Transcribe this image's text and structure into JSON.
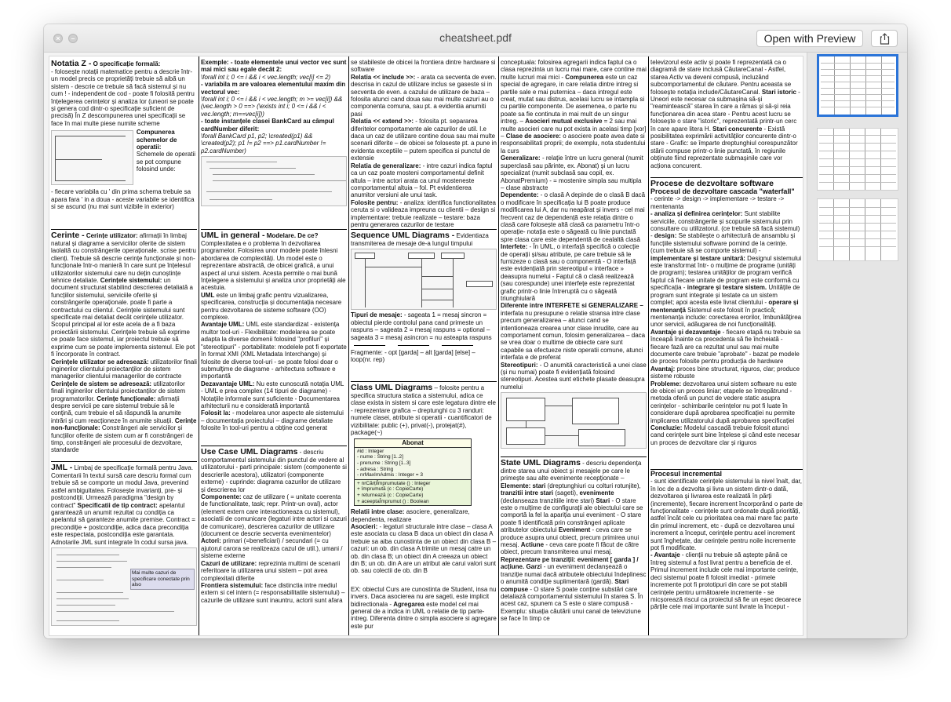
{
  "window": {
    "title": "cheatsheet.pdf",
    "open_with_label": "Open with Preview",
    "close_icon": "close-icon",
    "minimize_icon": "minimize-icon",
    "share_icon": "share-icon"
  },
  "thumbnails": [
    {
      "page": 1,
      "selected": true
    },
    {
      "page": 2,
      "selected": false
    },
    {
      "page": 3,
      "selected": false
    }
  ],
  "doc": {
    "c1": {
      "s1_title": "Notatia Z -",
      "s1_sub": "O specificație formală:",
      "s1_body": "- folosește notații matematice pentru a descrie într-un model precis ce proprietăți trebuie să aibă un sistem - descrie ce trebuie să facă sistemul și nu cum ! - independent de cod - poate fi folosită pentru înțelegerea cerințelor și analiza lor (uneori se poate și genera cod dintr-o specificație suficient de precisă) În Z descompunerea unei specificații se face în mai multe piese numite scheme",
      "s1_fig_label": "Compunerea schemelor de operatii:",
      "s1_fig_text": "Schemele de operatii se pot compune folosind unde:",
      "s1_tail": "- fiecare variabila cu ' din prima schema trebuie sa apara fara ' in a doua - aceste variabile se identifica si se ascund (nu mai sunt vizibile in exterior)",
      "s2_title": "Cerinte -",
      "s2_sub": "Cerințe utilizator:",
      "s2_body": "afirmații în limbaj natural și diagrame a serviciilor oferite de sistem laolaltă cu constrângerile operaționale. scrise pentru clienți. Trebuie să descrie cerințe funcționale și non-funcționale într-o manieră în care sunt pe înțelesul utilizatorilor sistemului care nu dețin cunoștințe tehnice detaliate.",
      "s2_b1": "Cerințele sistemului:",
      "s2_t1": "un document structurat stabilind descrierea detaliată a funcțiilor sistemului, serviciile oferite și constrângerile operaționale. poate fi parte a contractului cu clientul. Cerințele sistemului sunt specificate mai detaliat decât cerințele utilizator. Scopul principal al lor este acela de a fi baza proiectării sistemului. Cerințele trebuie să exprime ce poate face sistemul, iar proiectul trebuie să exprime cum se poate implementa sistemul. Ele pot fi încorporate în contract.",
      "s2_b2": "Cerințele utilizator se adresează:",
      "s2_t2": "utilizatorilor finali inginerilor clientului proiectanților de sistem managerilor clientului managerilor de contracte",
      "s2_b3": "Cerințele de sistem se adresează:",
      "s2_t3": "utilizatorilor finali inginerilor clientului proiectanților de sistem programatorilor.",
      "s2_b4": "Cerințe funcționale:",
      "s2_t4": "afirmații despre servicii pe care sistemul trebuie să le conțină, cum trebuie el să răspundă la anumite intrări și cum reacționeze în anumite situații.",
      "s2_b5": "Cerințe non-funcționale:",
      "s2_t5": "Constrângeri ale serviciilor și funcțiilor oferite de sistem cum ar fi constrângeri de timp, constrângeri ale procesului de dezvoltare, standarde",
      "s3_title": "JML -",
      "s3_body": "Limbaj de specificație formală pentru Java. Comentarii în textul sursă care descriu formal cum trebuie să se comporte un modul Java, prevenind astfel ambiguitatea. Folosește invarianți, pre- și postcondiții. Urmează paradigma \"design by contract\"",
      "s3_b1": "Specificatii de tip contract:",
      "s3_t1": "apelantul garantează un anumit rezultat cu condiția ca apelantul să garanteze anumite premise. Contract = precondiție + postcondiție, adica daca precondiția este respectata, postcondiția este garantata. Adnotarile JML sunt integrate în codul sursa java.",
      "s3_note": "Mai multe cazuri de specificare conectate prin also"
    },
    "c2": {
      "s1_title": "Exemple:",
      "s1_b1": "- toate elementele unui vector vec sunt mai mici sau egale decât 2:",
      "s1_f1": "\\forall int i; 0 <= i && i < vec.length; vec[i] <= 2)",
      "s1_b2": "- variabila m are valoarea elementului maxim din vectorul vec:",
      "s1_f2": "\\forall int i; 0 <= i && i < vec.length; m >= vec[i]) && (vec.length > 0 ==> (\\exists int i; 0 <= i && i < vec.length; m==vec[i]))",
      "s1_b3": "- toate instanțele clasei BankCard au câmpul cardNumber diferit:",
      "s1_f3": "\\forall BankCard p1, p2; \\created(p1) && \\created(p2); p1 != p2 ==> p1.cardNumber != p2.cardNumber)",
      "s2_title": "UML in general -",
      "s2_sub": "Modelare. De ce?",
      "s2_body": "Complexitatea e o problema în dezvoltarea programelor. Folosirea unor modele poate înlesni abordarea de complexități. Un model este o reprezentare abstractă, de obicei grafică, a unui aspect al unui sistem. Acesta permite o mai bună înțelegere a sistemului și analiza unor proprietăți ale acestuia.",
      "s2_b1": "UML",
      "s2_t1": "este un limbaj grafic pentru vizualizarea, specificarea, construcția și documentația necesare pentru dezvoltarea de sisteme software (OO) complexe.",
      "s2_b2": "Avantaje UML:",
      "s2_t2": "UML este standardizat - existența multor tool-uri - Flexibilitate: modelarea se poate adapta la diverse domenii folosind \"profiluri\" și \"stereotipuri\" - portabilitate: modelele pot fi exportate în format XMI (XML Metadata Interchange) și folosite de diverse tool-uri - se poate folosi doar o submulțime de diagrame - arhitectura software e importantă",
      "s2_b3": "Dezavantaje UML:",
      "s2_t3": "Nu este cunoscută notația UML - UML e prea complex (14 tipuri de diagrame) - Notațiile informale sunt suficiente - Documentarea arhitecturii nu e considerată importantă",
      "s2_b4": "Folosit la:",
      "s2_t4": "- modelarea unor aspecte ale sistemului – documentația proiectului – diagrame detaliate folosite în tool-uri pentru a obține cod generat",
      "s3_title": "Use Case UML Diagrams",
      "s3_body": "- descriu comportamentul sistemului din punctul de vedere al utilizatorului - parti principale: sistem (componente si descrierile acestora), utilizatori (componente externe) - cuprinde: diagrama cazurilor de utilizare și descrierea lor",
      "s3_b1": "Componente:",
      "s3_t1": "caz de utilizare ( = unitate coerenta de functionalitate, task; repr. Printr-un oval), actor (element extern care interactioneaza cu sistemul), asociatii de comunicare (legaturi intre actori si cazuri de comunicare), descrierea cazurilor de utilizare (document ce descrie secventa evenimentelor)",
      "s3_b2": "Actori:",
      "s3_t2": "primari (=beneficiari) / secundari (= cu ajutorul carora se realizeaza cazul de util.), umani / sisteme externe",
      "s3_b3": "Cazuri de utilizare:",
      "s3_t3": "reprezinta multimi de scenarii referitoare la utilizarea unui sistem – pot avea complexitati diferite",
      "s3_b4": "Frontiera sistemului:",
      "s3_t4": "face distinctia intre mediul extern si cel intern (= responsabilitatile sistemului) – cazurile de utilizare sunt inauntru, actorii sunt afara"
    },
    "c3": {
      "s1_body": "se stabileste de obicei la frontiera dintre hardware si software",
      "s1_b1": "Relatia << include >>:",
      "s1_t1": "- arata ca secventa de even. descrisa in cazul de utilizare inclus se gaseste si in secventa de even. a cazului de utilizare de baza – folosita atunci cand doua sau mai multe cazuri au o componenta comuna, sau pt. a evidentia anumiti pasi",
      "s1_b2": "Relatia << extend >>:",
      "s1_t2": "- folosita pt. separarea diferitelor comportamente ale cazurilor de util. I.e daca un caz de utilizare contine doua sau mai multe scenarii diferite – de obicei se foloseste pt. a pune in evidenta exceptiile – putem specifica si punctul de extensie",
      "s1_b3": "Relatia de generalizare:",
      "s1_t3": "- intre cazuri indica faptul ca un caz poate mosteni comportamentul definit altula – intre actori arata ca unul mosteneste comportamentul altuia – fol. Pt evidentierea anumitor versiuni ale unui task.",
      "s1_b4": "Folosite pentru:",
      "s1_t4": "- analiza: identifica functionalitatea ceruta si o valideaza impreuna cu clientii – design si implementare: trebuie realizate – testare: baza pentru generarea cazurilor de testare",
      "s2_title": "Sequence UML Diagrams -",
      "s2_body": "Evidentiaza transmiterea de mesaje de-a lungul timpului",
      "s2_b1": "Tipuri de mesaje:",
      "s2_t1": "- sageata 1 = mesaj sincron = obiectul pierde controlul pana cand primeste un raspuns – sageata 2 = mesaj raspuns = optional – sageata 3 = mesaj asincron = nu asteapta raspuns",
      "s2_frag": "Fragmente: - opt [garda] – alt [garda] [else] – loop(nr. rep)",
      "s3_title": "Class UML Diagrams",
      "s3_body": "– folosite pentru a specifica structura statica a sistemului, adica ce clase exista in sistem si care este legatura dintre ele - reprezentare grafica – dreptunghi cu 3 randuri: numele clasei, atribute si operatii - cuantificatori de vizibilitate: public (+), privat(-), protejat(#), package(~)",
      "s3_class_name": "Abonat",
      "s3_class_attrs": "#id : Integer\n- nume : String [1..2]\n- prenume : String [1..3]\n- adresa : String\n- nrMaxImAdmis : Integer = 3",
      "s3_class_ops": "+ nrCărțiÎmprumutate () : Integer\n+ împrumută (c : CopieCarte)\n+ returnează (c : CopieCarte)\n+ aceeptaÎmprumut () : Boolean",
      "s3_b1": "Relatii intre clase:",
      "s3_t1": "asociere, generalizare, dependenta, realizare",
      "s3_b2": "Asocieri:",
      "s3_t2": "- legaturi structurale intre clase – clasa A este asociata cu clasa B daca un obiect din clasa A trebuie sa aiba cunostinta de un obiect din clasa B – cazuri: un ob. din clasa A trimite un mesaj catre un ob. din clasa B; un obiect din A creeaza un obiect din B; un ob. din A are un atribut ale carui valori sunt ob. sau colectii de ob. din B",
      "s3_t3": "EX: obiectul Curs are cunostinta de Student, insa nu invers. Daca asocierea nu are sageti, este implicit bidirectionala -",
      "s3_b4": "Agregarea",
      "s3_t4": "este model cel mai general de a indica in UML o relatie de tip parte-intreg. Diferenta dintre o simpla asociere si agregare este pur"
    },
    "c4": {
      "s1_body": "conceptuala: folosirea agregarii indica faptul ca o clasa reprezinta un lucru mai mare, care contine mai multe lucruri mai mici -",
      "s1_b1": "Compunerea",
      "s1_t1": "este un caz special de agregare, in care relatia dintre intreg si partile sale e mai puternica – daca intregul este creat, mutat sau distrus, acelasi lucru se intampla si cu partile componente. De asemenea, o parte nu poate sa fie continuta in mai mult de un singur intreg. –",
      "s1_b2": "Asocieri mutual exclusive",
      "s1_t2": "= 2 sau mai multe asocieri care nu pot exista in acelasi timp [xor] –",
      "s1_b3": "Clase de asociere:",
      "s1_t3": "o asociere poate avea date si responsabilitati proprii; de exemplu, nota studentului la curs",
      "s1_b4": "Generalizare:",
      "s1_t4": "- relație între un lucru general (numit superclasă sau părinte, ex. Abonat) și un lucru specializat (numit subclasă sau copil, ex. AbonatPremium) - = mostenire simpla sau multipla – clase abstracte",
      "s1_b5": "Dependente:",
      "s1_t5": "- o clasă A depinde de o clasă B dacă o modificare în specificația lui B poate produce modificarea lui A, dar nu neapărat și invers - cel mai frecvent caz de dependență este relația dintre o clasă care folosește altă clasă ca parametru într-o operație- notația este o săgeată cu linie punctată spre clasa care este dependentă de cealaltă clasă",
      "s1_b6": "Interfete:",
      "s1_t6": "- În UML, o interfață specifică o colecție de operații și/sau atribute, pe care trebuie să le furnizeze o clasă sau o componentă - O interfață este evidențiată prin stereotipul « interface » deasupra numelui - Faptul că o clasă realizează (sau corespunde) unei interfețe este reprezentat grafic printr-o linie întreruptă cu o săgeată triunghiulară",
      "s1_b7": "Diferente intre INTERFETE si GENERALIZARE –",
      "s1_t7": "interfata nu presupune o relatie stransa intre clase precum generalizarea – atunci cand se intentioneaza crearea unor clase inrudite, care au comportament comun, folosim generalizarea – daca se vrea doar o multime de obiecte care sunt capabile sa efectueze niste operatii comune, atunci interfata e de preferat",
      "s1_b8": "Stereotipuri:",
      "s1_t8": "- O anumită caracteristică a unei clase (și nu numai) poate fi evidențiată folosind stereotipuri. Acestea sunt etichete plasate deasupra numelui",
      "s2_title": "State UML Diagrams",
      "s2_body": "- descriu dependența dintre starea unui obiect și mesajele pe care le primește sau alte evenimente recepționate –",
      "s2_b1": "Elemente: stari",
      "s2_t1": "(dreptunghiuri cu colturi rotunjite),",
      "s2_b2": "tranzitii intre stari",
      "s2_t2": "(sageti),",
      "s2_b3": "evenimente",
      "s2_t3": "(declanseaza tranzitiile intre stari)",
      "s2_b4": "Stari",
      "s2_t4": "- O stare este o mulțime de configurații ale obiectului care se comportă la fel la apariția unui eveniment - O stare poate fi identificată prin constrângeri aplicate atributelor obiectului",
      "s2_b5": "Eveniment",
      "s2_t5": "- ceva care se produce asupra unui obiect, precum primirea unui mesaj.",
      "s2_b6": "Actiune",
      "s2_t6": "- ceva care poate fi făcut de către obiect, precum transmiterea unui mesaj.",
      "s2_b7": "Reprezentare pe tranziții: eveniment [ garda ] / acțiune. Garzi",
      "s2_t7": "- un eveniment declanșează o tranziție numai dacă atributele obiectului îndeplinesc o anumită condiție suplimentară (gardă).",
      "s2_b8": "Stari compuse",
      "s2_t8": "- O stare S poate conține substări care detaliază comportamentul sistemului în starea S. În acest caz, spunem ca S este o stare compusă - Exemplu: situația căutării unui canal de televiziune se face în timp ce"
    },
    "c5": {
      "s1_body": "televizorul este activ și poate fi reprezentată ca o diagramă de stare inclusă CăutareCanal - Astfel, starea Activ va deveni compusă, incluzând subcomportamentul de căutare. Pentru aceasta se folosește notația include/CăutareCanal.",
      "s1_b1": "Stari istoric",
      "s1_t1": "- Uneori este necesar ca submașina să-și \"reamintească\" starea în care a rămas și să-și reia funcționarea din acea stare - Pentru acest lucru se folosește o stare \"istoric\", reprezentată printr-un cerc în care apare litera H.",
      "s1_b2": "Stari concurente",
      "s1_t2": "- Există posibilitatea exprimării activităților concurente dintr-o stare - Grafic: se împarte dreptunghiul corespunzător stării compuse printr-o linie punctată, în regiunile obținute fiind reprezentate submașinile care vor acționa concurent.",
      "s2_title": "Procese de dezvoltare software",
      "s2_sub": "Procesul de dezvoltare cascada \"waterfall\"",
      "s2_t0": "- cerinte -> design -> implementare -> testare -> mentenanta",
      "s2_b1": "- analiza și definirea cerințelor:",
      "s2_t1": "Sunt stabilite serviciile, constrângerile și scopurile sistemului prin consultare cu utilizatorul. (ce trebuie să facă sistemul) -",
      "s2_b2": "design:",
      "s2_t2": "Se stabilește o arhitectură de ansamblu și funcțiile sistemului software pornind de la cerințe. (cum trebuie să se comporte sistemul) -",
      "s2_b3": "implementare și testare unitară:",
      "s2_t3": "Designul sistemului este transformat într- o mulțime de programe (unități de program); testarea unităților de program verifică faptul că fiecare unitate de program este conformă cu specificația -",
      "s2_b4": "integrare și testare sistem.",
      "s2_t4": "Unitățile de program sunt integrate și testate ca un sistem complet; apoi acesta este livrat clientului -",
      "s2_b5": "operare și mentenanță",
      "s2_t5": "Sistemul este folosit în practică; mentenanța include: corectarea erorilor, îmbunătățirea unor servicii, adăugarea de noi funcționalități.",
      "s2_b6": "Avantaje și dezavantaje",
      "s2_t6": "- fiecare etapă nu trebuie sa înceapă înainte ca precedenta să fie încheiată - fiecare fază are ca rezultat unul sau mai multe documente care trebuie \"aprobate\" - bazat pe modele de proces folosite pentru producția de hardware",
      "s2_b7": "Avantaj:",
      "s2_t7": "proces bine structurat, riguros, clar; produce sisteme robuste",
      "s2_b8": "Probleme:",
      "s2_t8": "dezvoltarea unui sistem software nu este de obicei un proces liniar; etapele se întrepătrund - metoda oferă un punct de vedere static asupra cerințelor - schimbarile cerințelor nu pot fi luate în considerare după aprobarea specificației nu permite implicarea utilizatorului după aprobarea specificației",
      "s2_b9": "Concluzie:",
      "s2_t9": "Modelul cascadă trebuie folosit atunci cand cerințele sunt bine înțelese și când este necesar un proces de dezvoltare clar și riguros",
      "s3_title": "Procesul incremental",
      "s3_t1": "- sunt identificate cerințele sistemului la nivel înalt, dar, în loc de a dezvolta și livra un sistem dintr-o dată, dezvoltarea și livrarea este realizată în părți (incremente), fiecare increment încorporând o parte de funcționalitate - cerințele sunt ordonate după priorități, astfel încât cele cu prioritatea cea mai mare fac parte din primul increment, etc - după ce dezvoltarea unui increment a început, cerințele pentru acel increment sunt înghețate, dar cerințele pentru noile incremente pot fi modificate.",
      "s3_b2": "- Avantaje",
      "s3_t2": "- clienții nu trebuie să aștepte până ce întreg sistemul a fost livrat pentru a beneficia de el. Primul increment include cele mai importante cerințe, deci sistemul poate fi folosit imediat - primele incremente pot fi prototipuri din care se pot stabili cerințele pentru următoarele incremente - se micșorează riscul ca proiectul să fie un eșec deoarece părțile cele mai importante sunt livrate la început -"
    }
  }
}
